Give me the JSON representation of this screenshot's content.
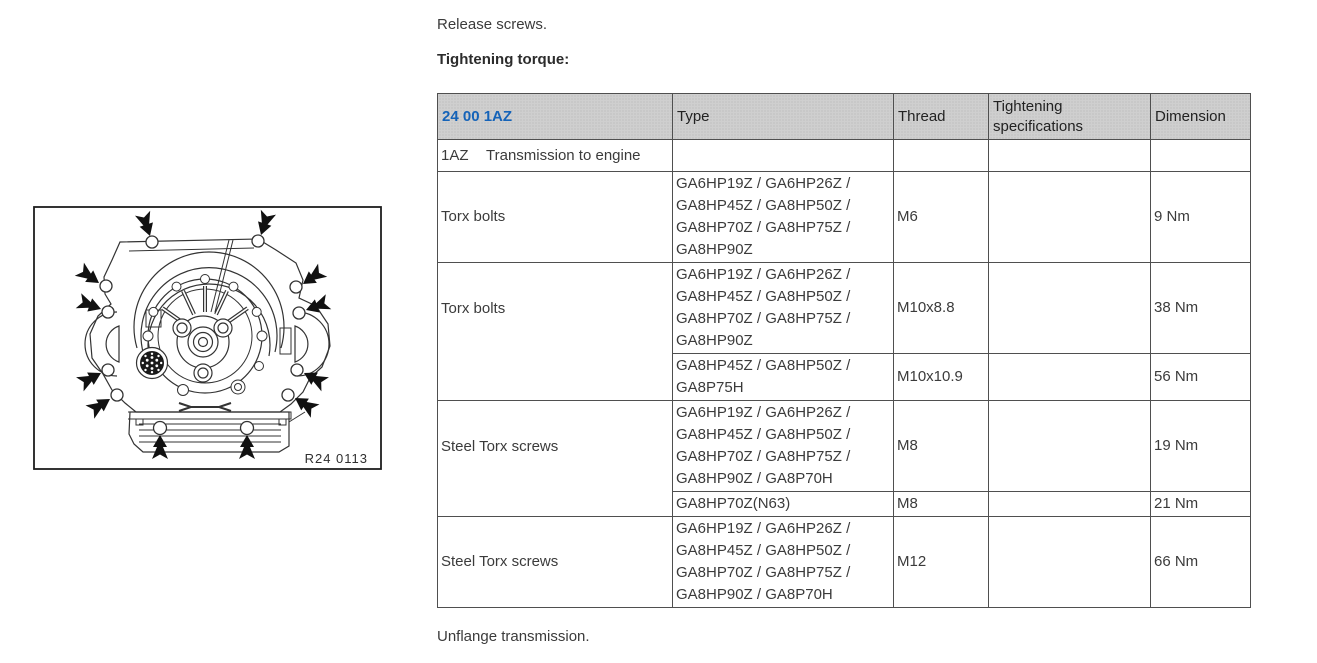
{
  "colors": {
    "link": "#1563b8",
    "header_bg": "#cfcfcf",
    "border": "#4f4f4f",
    "line_art": "#333333"
  },
  "content": {
    "intro": "Release screws.",
    "torque_heading": "Tightening torque:",
    "outro": "Unflange transmission."
  },
  "figure": {
    "ref_label": "R24 0113",
    "description_icon": "transmission-bolt-locations-diagram"
  },
  "table": {
    "code_link": "24 00 1AZ",
    "columns": [
      "Type",
      "Thread",
      "Tightening specifications",
      "Dimension"
    ],
    "section": {
      "code": "1AZ",
      "label": "Transmission to engine"
    },
    "groups": [
      {
        "name": "Torx bolts",
        "entries": [
          {
            "type": "GA6HP19Z / GA6HP26Z / GA8HP45Z / GA8HP50Z / GA8HP70Z / GA8HP75Z / GA8HP90Z",
            "thread": "M6",
            "tightening": "",
            "dimension": "9 Nm"
          }
        ]
      },
      {
        "name": "Torx bolts",
        "entries": [
          {
            "type": "GA6HP19Z / GA6HP26Z / GA8HP45Z / GA8HP50Z / GA8HP70Z / GA8HP75Z / GA8HP90Z",
            "thread": "M10x8.8",
            "tightening": "",
            "dimension": "38 Nm"
          },
          {
            "type": "GA8HP45Z / GA8HP50Z / GA8P75H",
            "thread": "M10x10.9",
            "tightening": "",
            "dimension": "56 Nm"
          }
        ]
      },
      {
        "name": "Steel Torx screws",
        "entries": [
          {
            "type": "GA6HP19Z / GA6HP26Z / GA8HP45Z / GA8HP50Z / GA8HP70Z / GA8HP75Z / GA8HP90Z / GA8P70H",
            "thread": "M8",
            "tightening": "",
            "dimension": "19 Nm"
          },
          {
            "type": "GA8HP70Z(N63)",
            "thread": "M8",
            "tightening": "",
            "dimension": "21 Nm"
          }
        ]
      },
      {
        "name": "Steel Torx screws",
        "entries": [
          {
            "type": "GA6HP19Z / GA6HP26Z / GA8HP45Z / GA8HP50Z / GA8HP70Z / GA8HP75Z / GA8HP90Z / GA8P70H",
            "thread": "M12",
            "tightening": "",
            "dimension": "66 Nm"
          }
        ]
      }
    ]
  }
}
